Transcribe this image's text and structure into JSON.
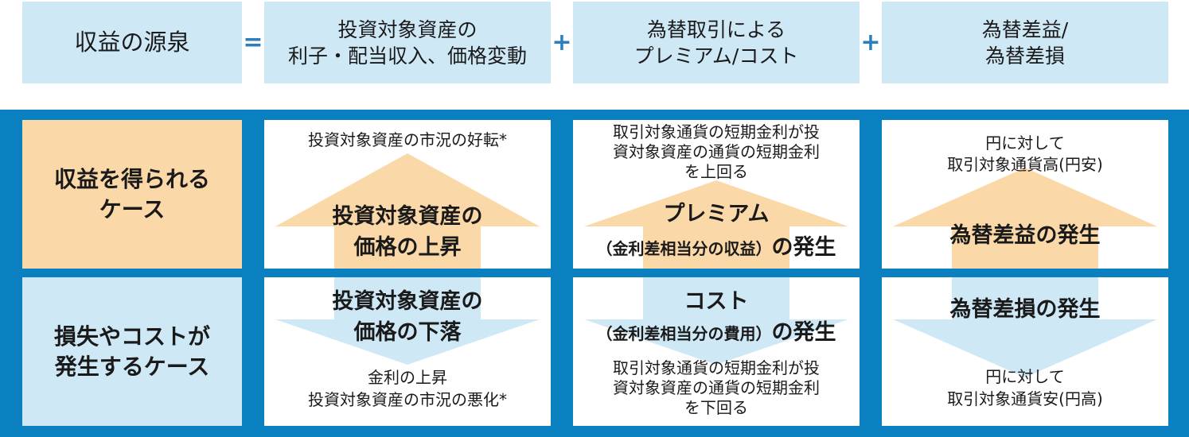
{
  "header": {
    "label": "収益の源泉",
    "op_eq": "=",
    "op_plus1": "+",
    "op_plus2": "+",
    "col1": [
      "投資対象資産の",
      "利子・配当収入、価格変動"
    ],
    "col2": [
      "為替取引による",
      "プレミアム/コスト"
    ],
    "col3": [
      "為替差益/",
      "為替差損"
    ]
  },
  "rows": {
    "gain_label": [
      "収益を得られる",
      "ケース"
    ],
    "loss_label": [
      "損失やコストが",
      "発生するケース"
    ]
  },
  "gain": {
    "c1_top": "投資対象資産の市況の好転*",
    "c1_big": [
      "投資対象資産の",
      "価格の上昇"
    ],
    "c2_top": [
      "取引対象通貨の短期金利が投",
      "資対象資産の通貨の短期金利",
      "を上回る"
    ],
    "c2_big": "プレミアム",
    "c2_paren": "（金利差相当分の収益）",
    "c2_suffix": "の発生",
    "c3_top": [
      "円に対して",
      "取引対象通貨高(円安)"
    ],
    "c3_big": "為替差益の発生"
  },
  "loss": {
    "c1_big": [
      "投資対象資産の",
      "価格の下落"
    ],
    "c1_bottom": [
      "金利の上昇",
      "投資対象資産の市況の悪化*"
    ],
    "c2_big": "コスト",
    "c2_paren": "（金利差相当分の費用）",
    "c2_suffix": "の発生",
    "c2_bottom": [
      "取引対象通貨の短期金利が投",
      "資対象資産の通貨の短期金利",
      "を下回る"
    ],
    "c3_big": "為替差損の発生",
    "c3_bottom": [
      "円に対して",
      "取引対象通貨安(円高)"
    ]
  },
  "colors": {
    "header_bg": "#cfe8f6",
    "band_bg": "#0a80c0",
    "gain_label_bg": "#fbd8a8",
    "loss_label_bg": "#cfe8f6",
    "up_arrow": "#fbd8a8",
    "down_arrow": "#cfe8f6",
    "operator": "#2b7fbf"
  }
}
